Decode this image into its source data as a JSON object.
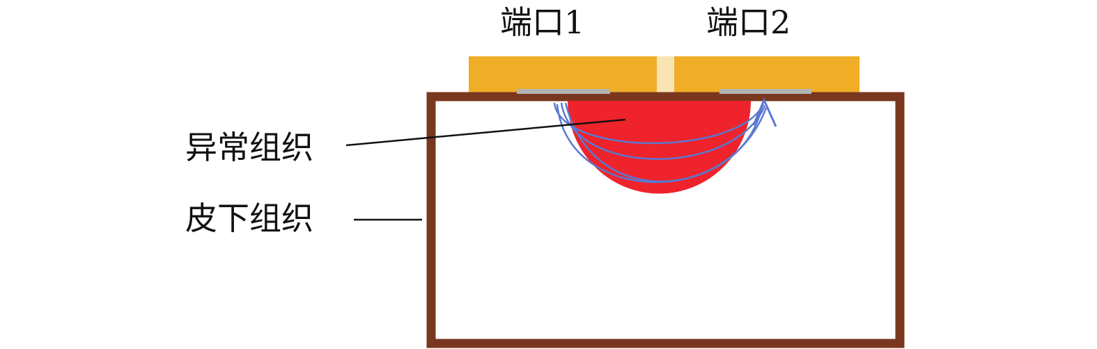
{
  "labels": {
    "port1": "端口1",
    "port2": "端口2",
    "abnormal_tissue": "异常组织",
    "subcutaneous_tissue": "皮下组织"
  },
  "colors": {
    "sensor_body": "#F0AD28",
    "sensor_gap": "#F8E4B4",
    "electrode": "#B4B4B4",
    "tissue_border": "#78371E",
    "abnormal_tissue": "#EE232C",
    "field_lines": "#5A78D2",
    "leader_line": "#111111"
  }
}
